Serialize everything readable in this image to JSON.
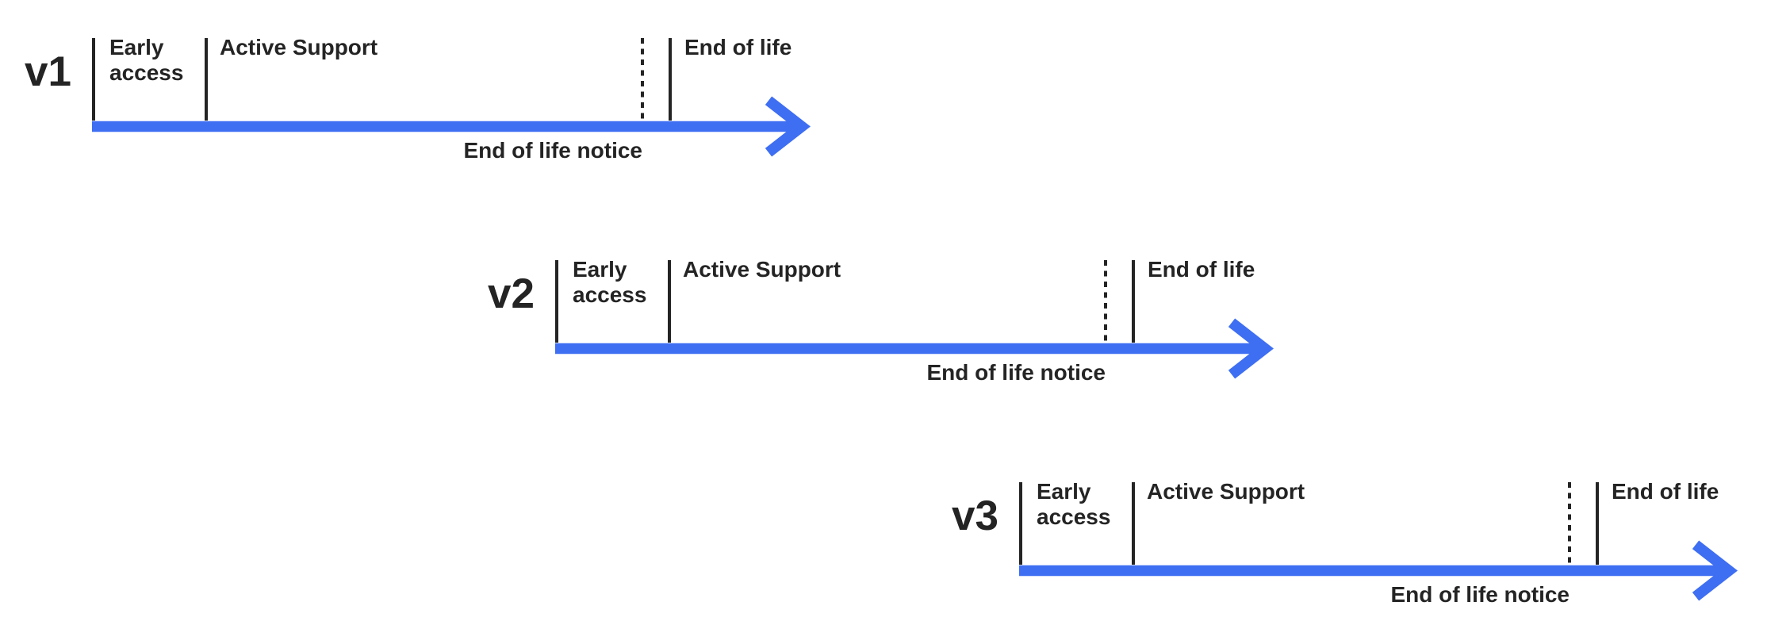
{
  "diagram": {
    "type": "version-lifecycle-timelines",
    "colors": {
      "arrow_blue": "#3E6EF2",
      "ink": "#242424",
      "background": "#FFFFFF"
    }
  },
  "timelines": [
    {
      "version": "v1",
      "early_access": "Early access",
      "active_support": "Active Support",
      "end_of_life": "End of life",
      "end_of_life_notice": "End of life notice"
    },
    {
      "version": "v2",
      "early_access": "Early access",
      "active_support": "Active Support",
      "end_of_life": "End of life",
      "end_of_life_notice": "End of life notice"
    },
    {
      "version": "v3",
      "early_access": "Early access",
      "active_support": "Active Support",
      "end_of_life": "End of life",
      "end_of_life_notice": "End of life notice"
    }
  ]
}
